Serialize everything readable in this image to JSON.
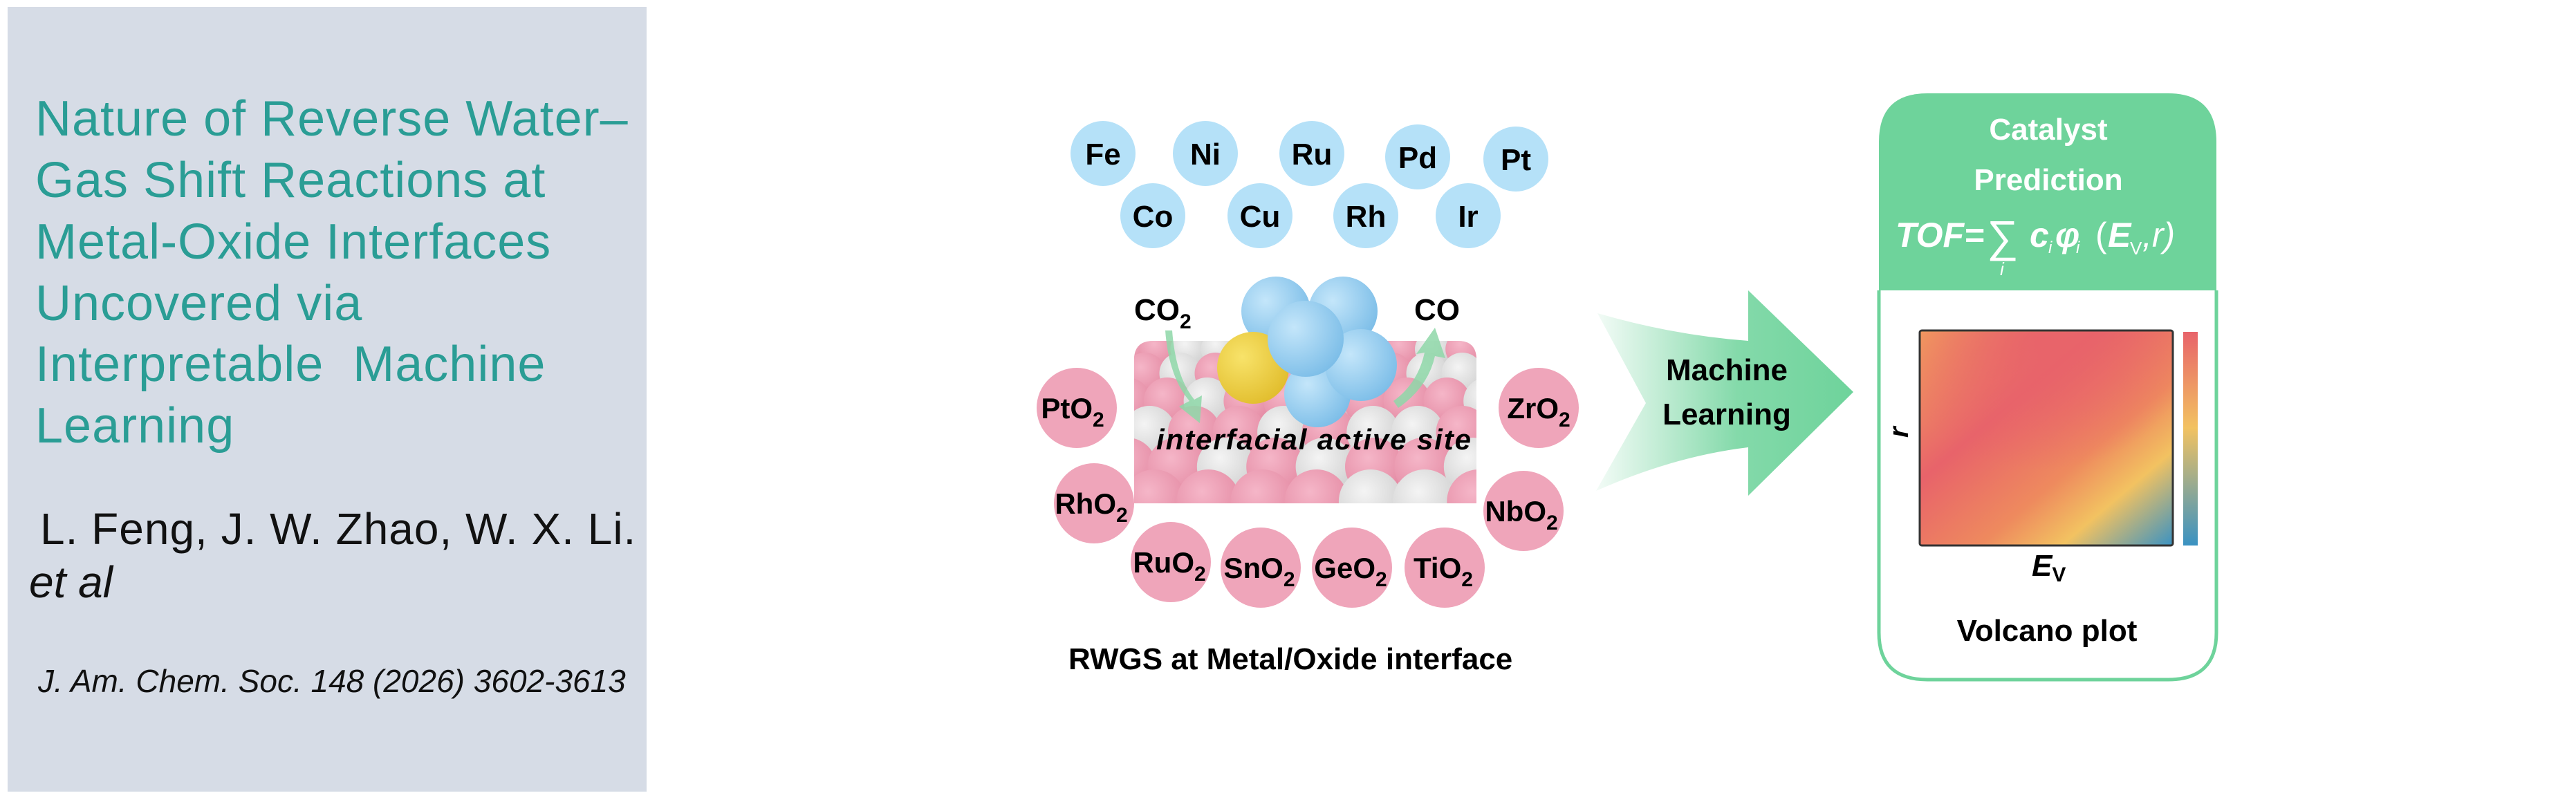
{
  "sidebar": {
    "title_lines": [
      "Nature of Reverse Water–",
      "Gas Shift Reactions at",
      "Metal-Oxide Interfaces",
      "Uncovered via",
      "Interpretable  Machine",
      "Learning"
    ],
    "authors": "L. Feng, J. W. Zhao, W. X. Li.",
    "et_al": "et al",
    "journal": "J. Am. Chem. Soc. 148 (2026) 3602-3613"
  },
  "figure": {
    "metals": [
      "Fe",
      "Ni",
      "Ru",
      "Pd",
      "Pt",
      "Co",
      "Cu",
      "Rh",
      "Ir"
    ],
    "oxides": [
      {
        "base": "PtO",
        "sub": "2"
      },
      {
        "base": "RhO",
        "sub": "2"
      },
      {
        "base": "RuO",
        "sub": "2"
      },
      {
        "base": "SnO",
        "sub": "2"
      },
      {
        "base": "GeO",
        "sub": "2"
      },
      {
        "base": "TiO",
        "sub": "2"
      },
      {
        "base": "NbO",
        "sub": "2"
      },
      {
        "base": "ZrO",
        "sub": "2"
      }
    ],
    "reactant": {
      "base": "CO",
      "sub": "2"
    },
    "product": "CO",
    "site_label": "interfacial active site",
    "caption": "RWGS at Metal/Oxide interface",
    "arrow_label_lines": [
      "Machine",
      "Learning"
    ],
    "card": {
      "title_lines": [
        "Catalyst",
        "Prediction"
      ],
      "formula": {
        "lhs": "TOF=",
        "sum": "∑",
        "sum_index": "i",
        "c": "c",
        "phi": "φ",
        "sub_i": "i",
        "open": "(",
        "E": "E",
        "E_sub": "V",
        "rest": ",r)"
      },
      "plot_xlabel": "E",
      "plot_xlabel_sub": "V",
      "plot_ylabel": "r",
      "plot_caption": "Volcano plot"
    },
    "colors": {
      "metal_bubble": "#B5E1F8",
      "oxide_bubble": "#EFA5BA",
      "accent_green": "#6ED39B",
      "title_teal": "#2A9D95",
      "heat_high": "#E8636A",
      "heat_mid": "#F2C261",
      "heat_low": "#3A92C2"
    }
  }
}
